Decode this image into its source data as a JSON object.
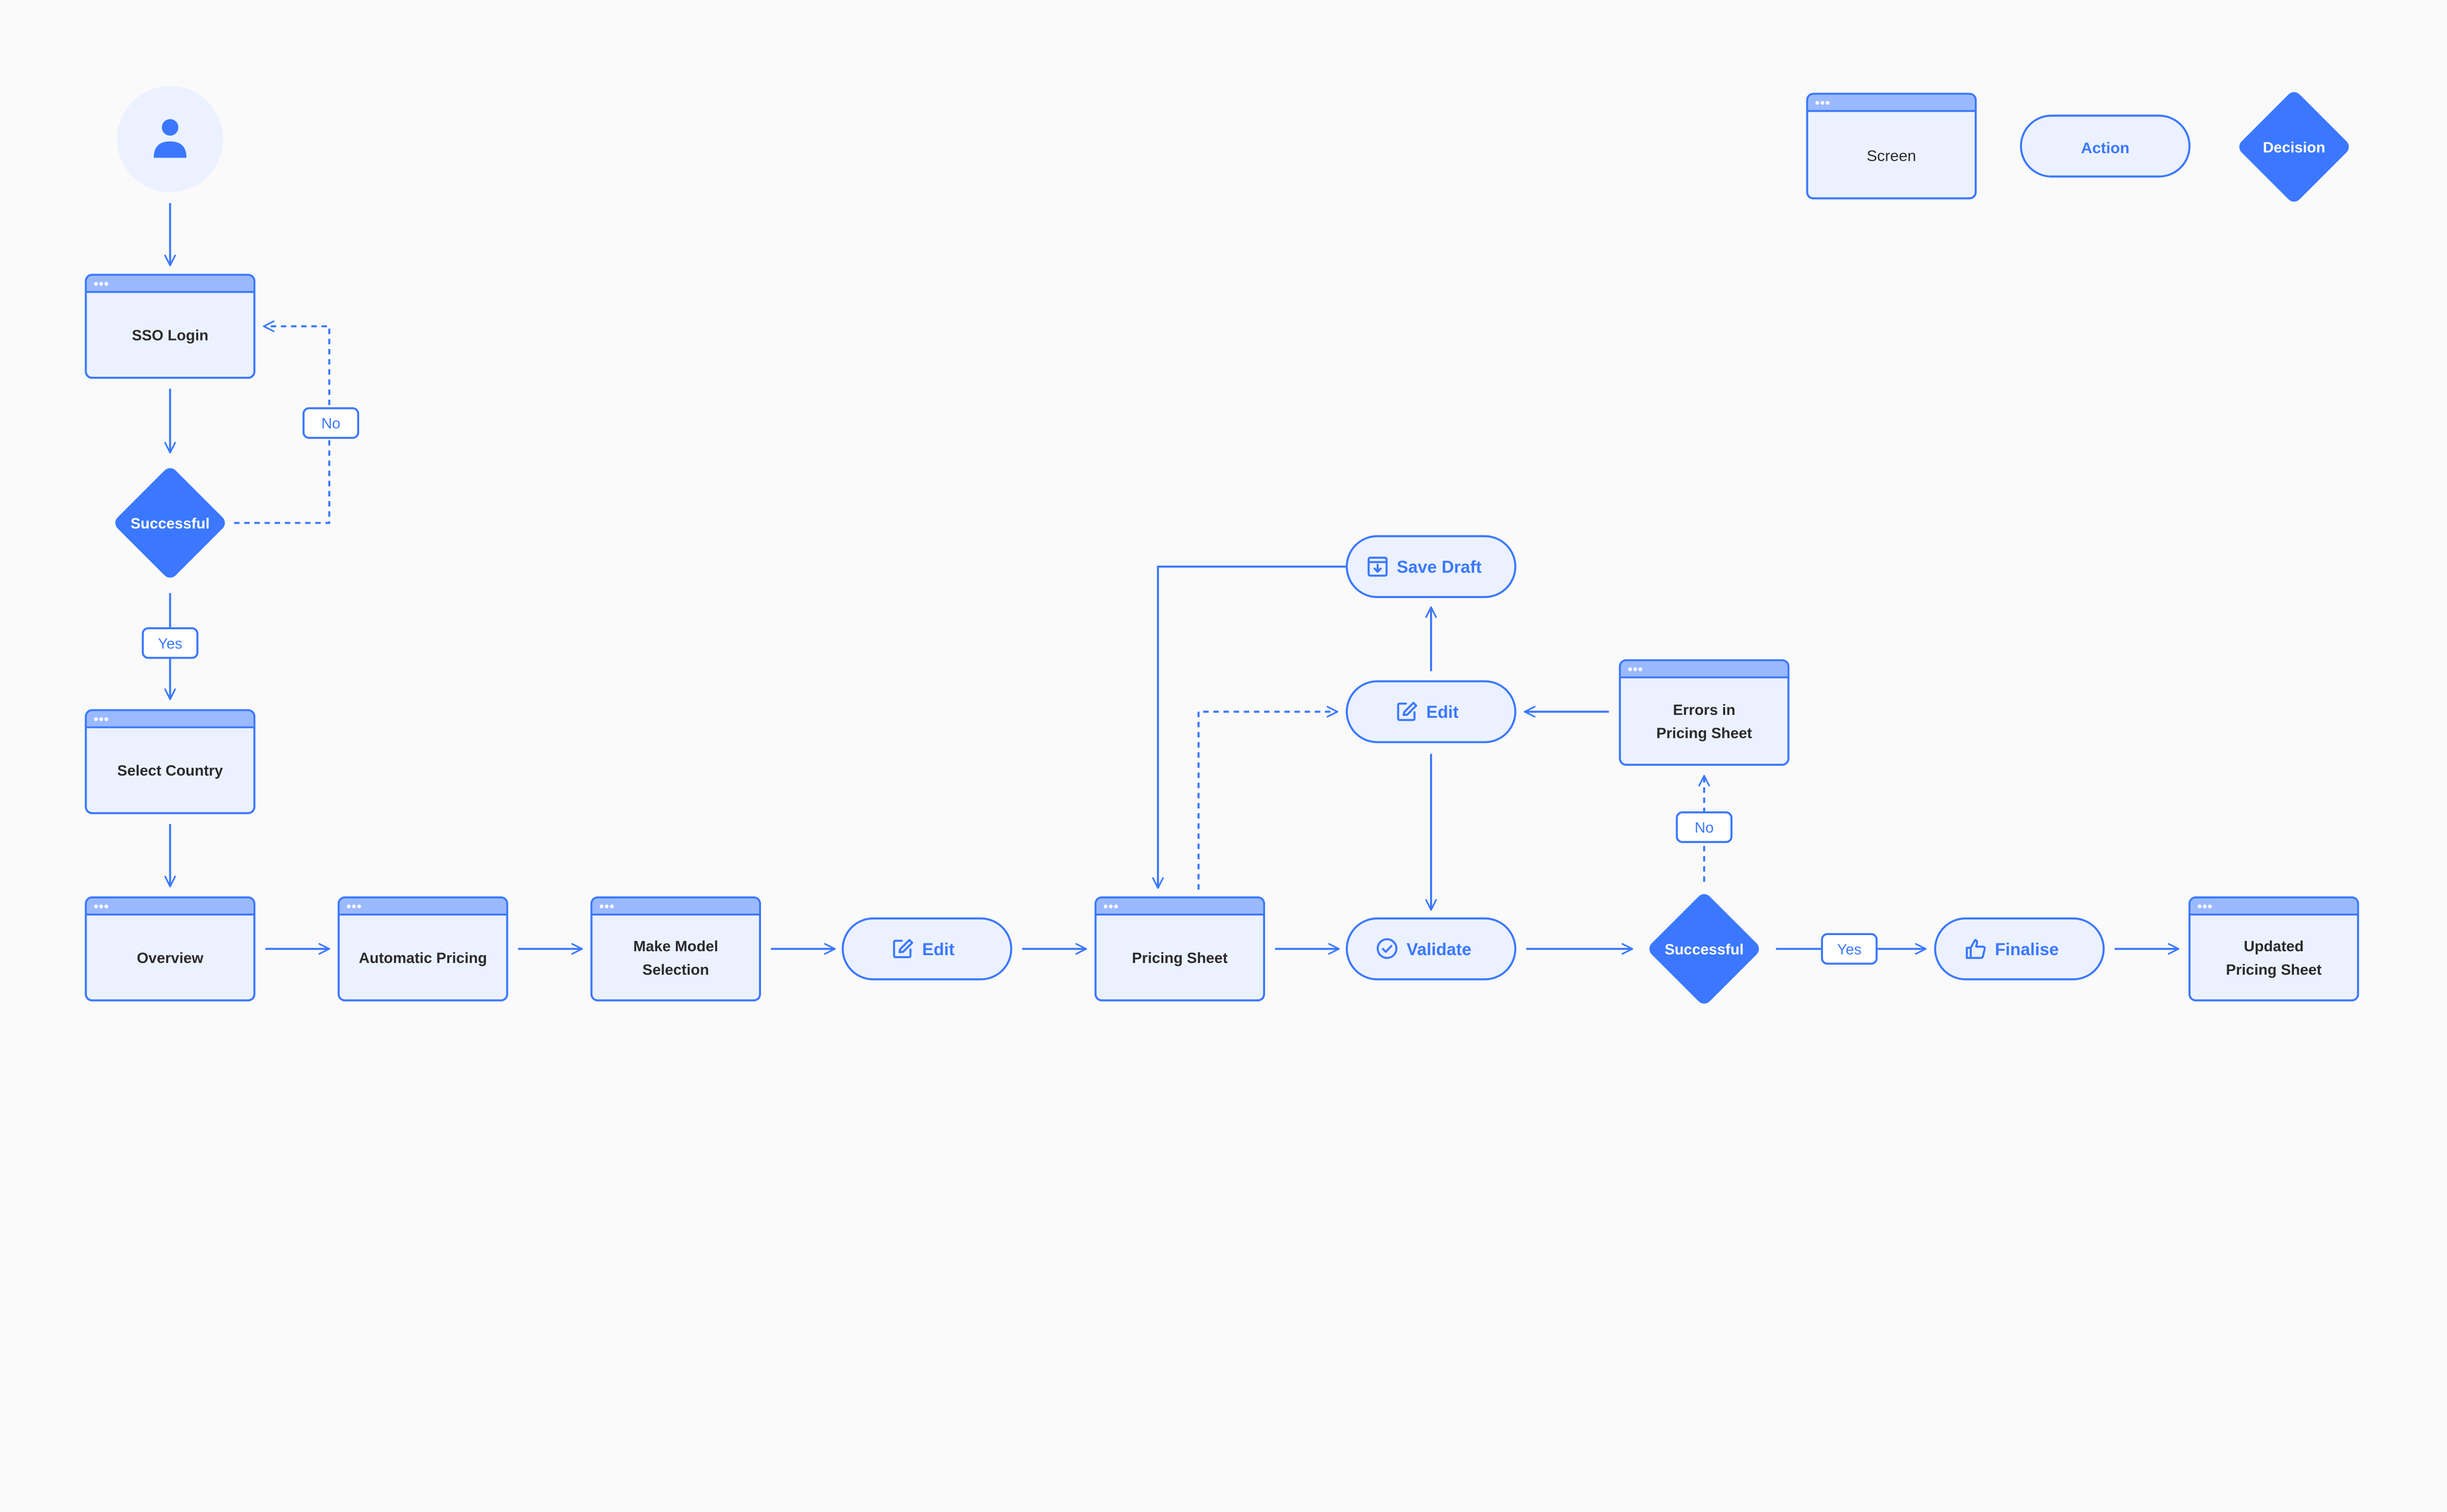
{
  "colors": {
    "accent": "#3B78FF",
    "node_fill": "#EBF1FF",
    "header_fill": "#9AB9FF",
    "text": "#2B2B2B",
    "background": "#FAFAFA"
  },
  "legend": {
    "screen": "Screen",
    "action": "Action",
    "decision": "Decision"
  },
  "start": {
    "icon": "user-icon"
  },
  "screens": {
    "sso_login": [
      "SSO Login"
    ],
    "select_country": [
      "Select Country"
    ],
    "overview": [
      "Overview"
    ],
    "automatic_pricing": [
      "Automatic Pricing"
    ],
    "make_model_selection": [
      "Make Model",
      "Selection"
    ],
    "pricing_sheet": [
      "Pricing Sheet"
    ],
    "errors_in_pricing_sheet": [
      "Errors in",
      "Pricing Sheet"
    ],
    "updated_pricing_sheet": [
      "Updated",
      "Pricing Sheet"
    ]
  },
  "actions": {
    "edit_main": {
      "label": "Edit",
      "icon": "edit-icon"
    },
    "edit_upper": {
      "label": "Edit",
      "icon": "edit-icon"
    },
    "save_draft": {
      "label": "Save Draft",
      "icon": "save-icon"
    },
    "validate": {
      "label": "Validate",
      "icon": "check-circle-icon"
    },
    "finalise": {
      "label": "Finalise",
      "icon": "thumbs-up-icon"
    }
  },
  "decisions": {
    "login_successful": "Successful",
    "validation_successful": "Successful"
  },
  "tags": {
    "login_no": "No",
    "login_yes": "Yes",
    "validation_no": "No",
    "validation_yes": "Yes"
  }
}
